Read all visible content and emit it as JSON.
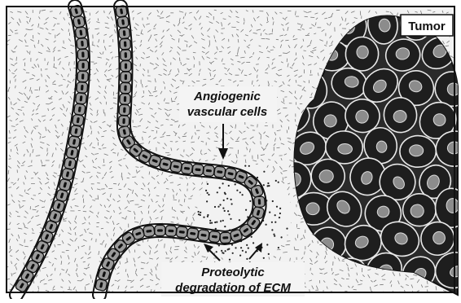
{
  "labels": {
    "tumor": "Tumor",
    "angiogenic_line1": "Angiogenic",
    "angiogenic_line2": "vascular cells",
    "proteolytic_line1": "Proteolytic",
    "proteolytic_line2": "degradation of ECM"
  },
  "colors": {
    "background": "#f2f2f2",
    "ecm_dash": "#7a7a7a",
    "tumor_fill": "#2a2a2a",
    "cell_fill": "#1e1e1e",
    "nucleus_fill": "#8c8c8c",
    "outline": "#111111"
  }
}
